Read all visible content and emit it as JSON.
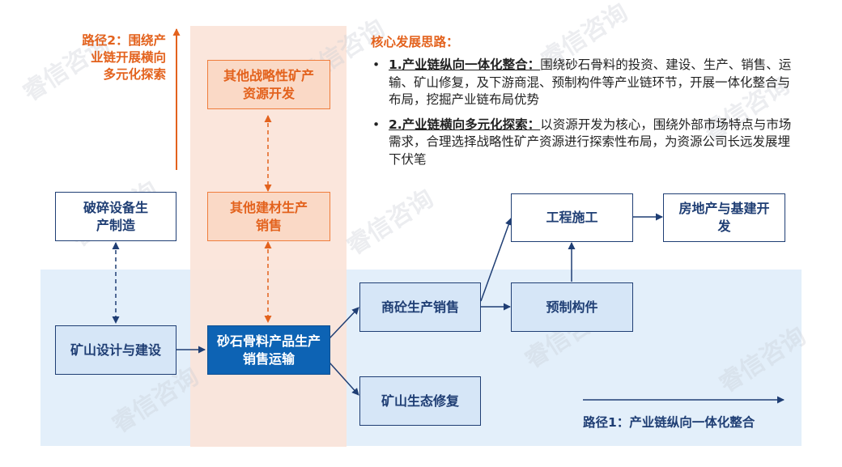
{
  "path2_label": "路径2：围绕产业链开展横向多元化探索",
  "path1_label": "路径1：产业链纵向一体化整合",
  "core": {
    "title": "核心发展思路：",
    "items": [
      {
        "bullet": "•",
        "title": "1.产业链纵向一体化整合：",
        "text": "围绕砂石骨料的投资、建设、生产、销售、运输、矿山修复，及下游商混、预制构件等产业链环节，开展一体化整合与布局，挖掘产业链布局优势"
      },
      {
        "bullet": "•",
        "title": "2.产业链横向多元化探索：",
        "text": "以资源开发为核心，围绕外部市场特点与市场需求，合理选择战略性矿产资源进行探索性布局，为资源公司长远发展埋下伏笔"
      }
    ]
  },
  "nodes": {
    "strategic": "其他战略性矿产资源开发",
    "building": "其他建材生产销售",
    "crushing": "破碎设备生产制造",
    "mine_design": "矿山设计与建设",
    "aggregate": "砂石骨料产品生产销售运输",
    "concrete": "商砼生产销售",
    "restoration": "矿山生态修复",
    "prefab": "预制构件",
    "construction": "工程施工",
    "realestate": "房地产与基建开发"
  },
  "watermark": "睿信咨询",
  "colors": {
    "orange": "#e3621d",
    "navy": "#1f3e74",
    "accent_blue": "#0d63b4"
  }
}
